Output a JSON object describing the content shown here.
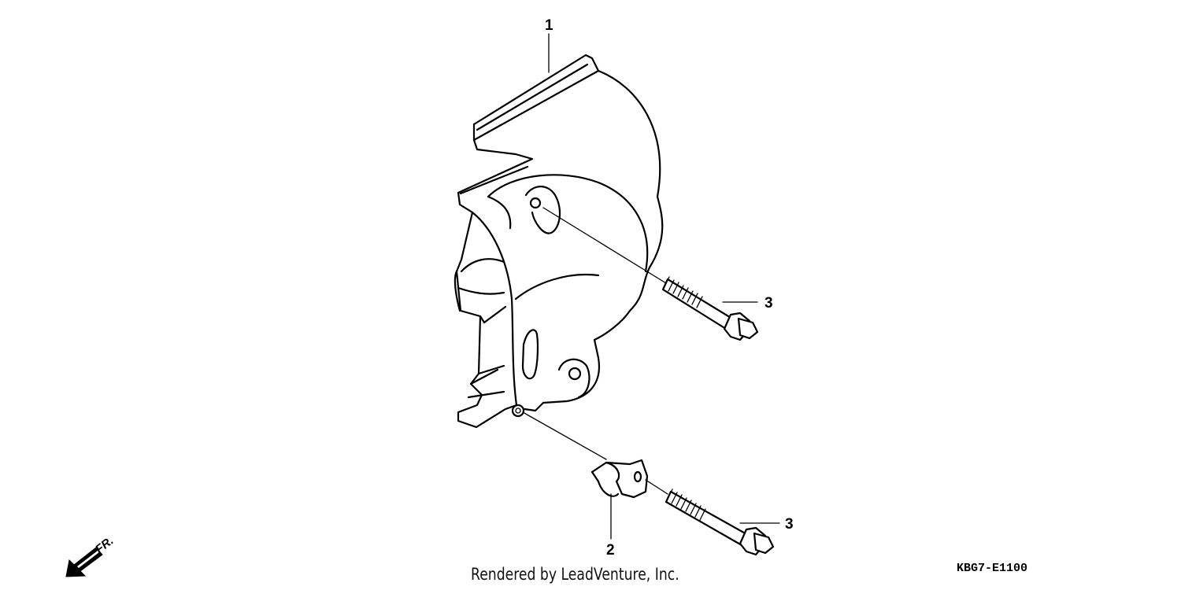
{
  "callouts": {
    "part_1": "1",
    "part_2": "2",
    "part_3_upper": "3",
    "part_3_lower": "3"
  },
  "direction": {
    "label": "FR.",
    "icon": "front-arrow-icon"
  },
  "footer": {
    "credit": "Rendered by LeadVenture, Inc.",
    "diagram_code": "KBG7-E1100"
  }
}
